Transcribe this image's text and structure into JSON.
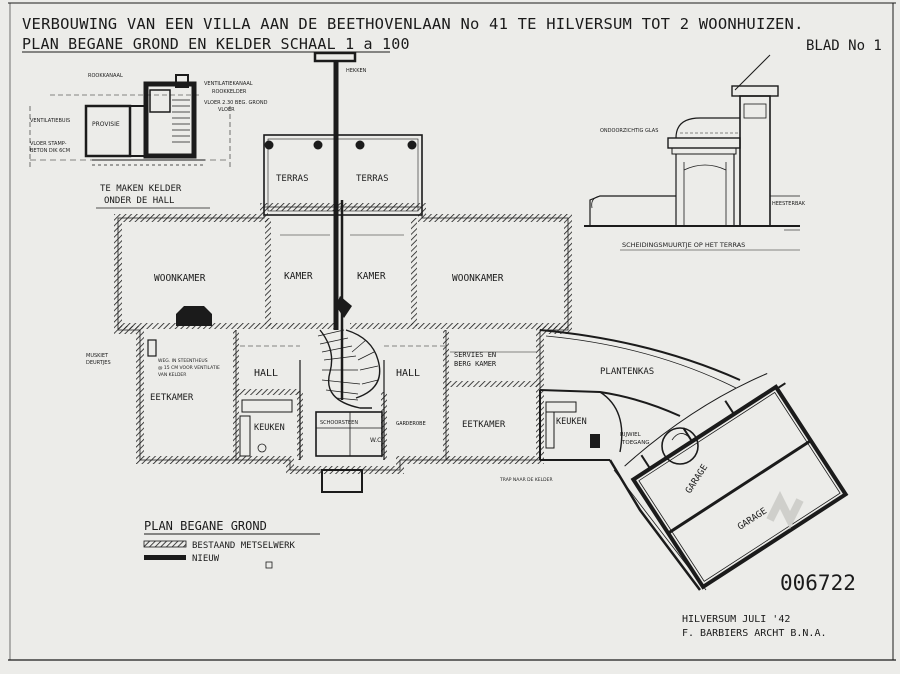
{
  "sheet": {
    "title_line1": "VERBOUWING VAN EEN VILLA AAN DE BEETHOVENLAAN No 41 TE HILVERSUM TOT 2 WOONHUIZEN.",
    "title_line2": "PLAN BEGANE GROND EN KELDER SCHAAL 1 a 100",
    "sheet_label": "BLAD No 1",
    "archive_number": "006722",
    "signature_line1": "HILVERSUM JULI '42",
    "signature_line2": "F. BARBIERS ARCHT B.N.A."
  },
  "cellar_detail": {
    "caption_line1": "TE MAKEN KELDER",
    "caption_line2": "ONDER DE HALL",
    "labels": {
      "rookkanaal": "ROOKKANAAL",
      "ventilatie": "VENTILATIEKANAAL",
      "rookkelder": "ROOKKELDER",
      "vloer": "VLOER 2.30 BEG. GROND",
      "vloer2": "VLOER",
      "ventilatiebuis": "VENTILATIEBUIS",
      "provisie": "PROVISIE",
      "vloer_stamp": "VLOER STAMP-",
      "beton": "BETON DIK 6CM"
    }
  },
  "elevation_detail": {
    "labels": {
      "glass": "ONDOORZICHTIG GLAS",
      "heesters": "HEESTERBAK",
      "caption": "SCHEIDINGSMUURTJE OP HET TERRAS"
    }
  },
  "rooms": {
    "terras_left": "TERRAS",
    "terras_right": "TERRAS",
    "woonkamer_left": "WOONKAMER",
    "woonkamer_right": "WOONKAMER",
    "kamer_left": "KAMER",
    "kamer_right": "KAMER",
    "hall_left": "HALL",
    "hall_right": "HALL",
    "eetkamer_left": "EETKAMER",
    "eetkamer_right": "EETKAMER",
    "keuken_left": "KEUKEN",
    "keuken_right": "KEUKEN",
    "servies_line1": "SERVIES EN",
    "servies_line2": "BERG KAMER",
    "plantenkas": "PLANTENKAS",
    "garage_left": "GARAGE",
    "garage_right": "GARAGE",
    "garderobe": "GARDEROBE",
    "schoorsteen": "SCHOORSTEEN",
    "rijwiel": "RIJWIEL",
    "toegang": "TOEGANG"
  },
  "annotations": {
    "hekken": "HEKKEN",
    "muskiet_line1": "MUSKIET",
    "muskiet_line2": "DEURTJES",
    "wc": "W.C",
    "note_line1": "WEG. IN STEENTHEUS",
    "note_line2": "@ 15 CM VOOR VENTILATIE",
    "note_line3": "VAN KELDER",
    "stairs_note": "TRAP NAAR DE KELDER"
  },
  "legend": {
    "title": "PLAN BEGANE GROND",
    "existing": "BESTAAND METSELWERK",
    "new": "NIEUW"
  }
}
